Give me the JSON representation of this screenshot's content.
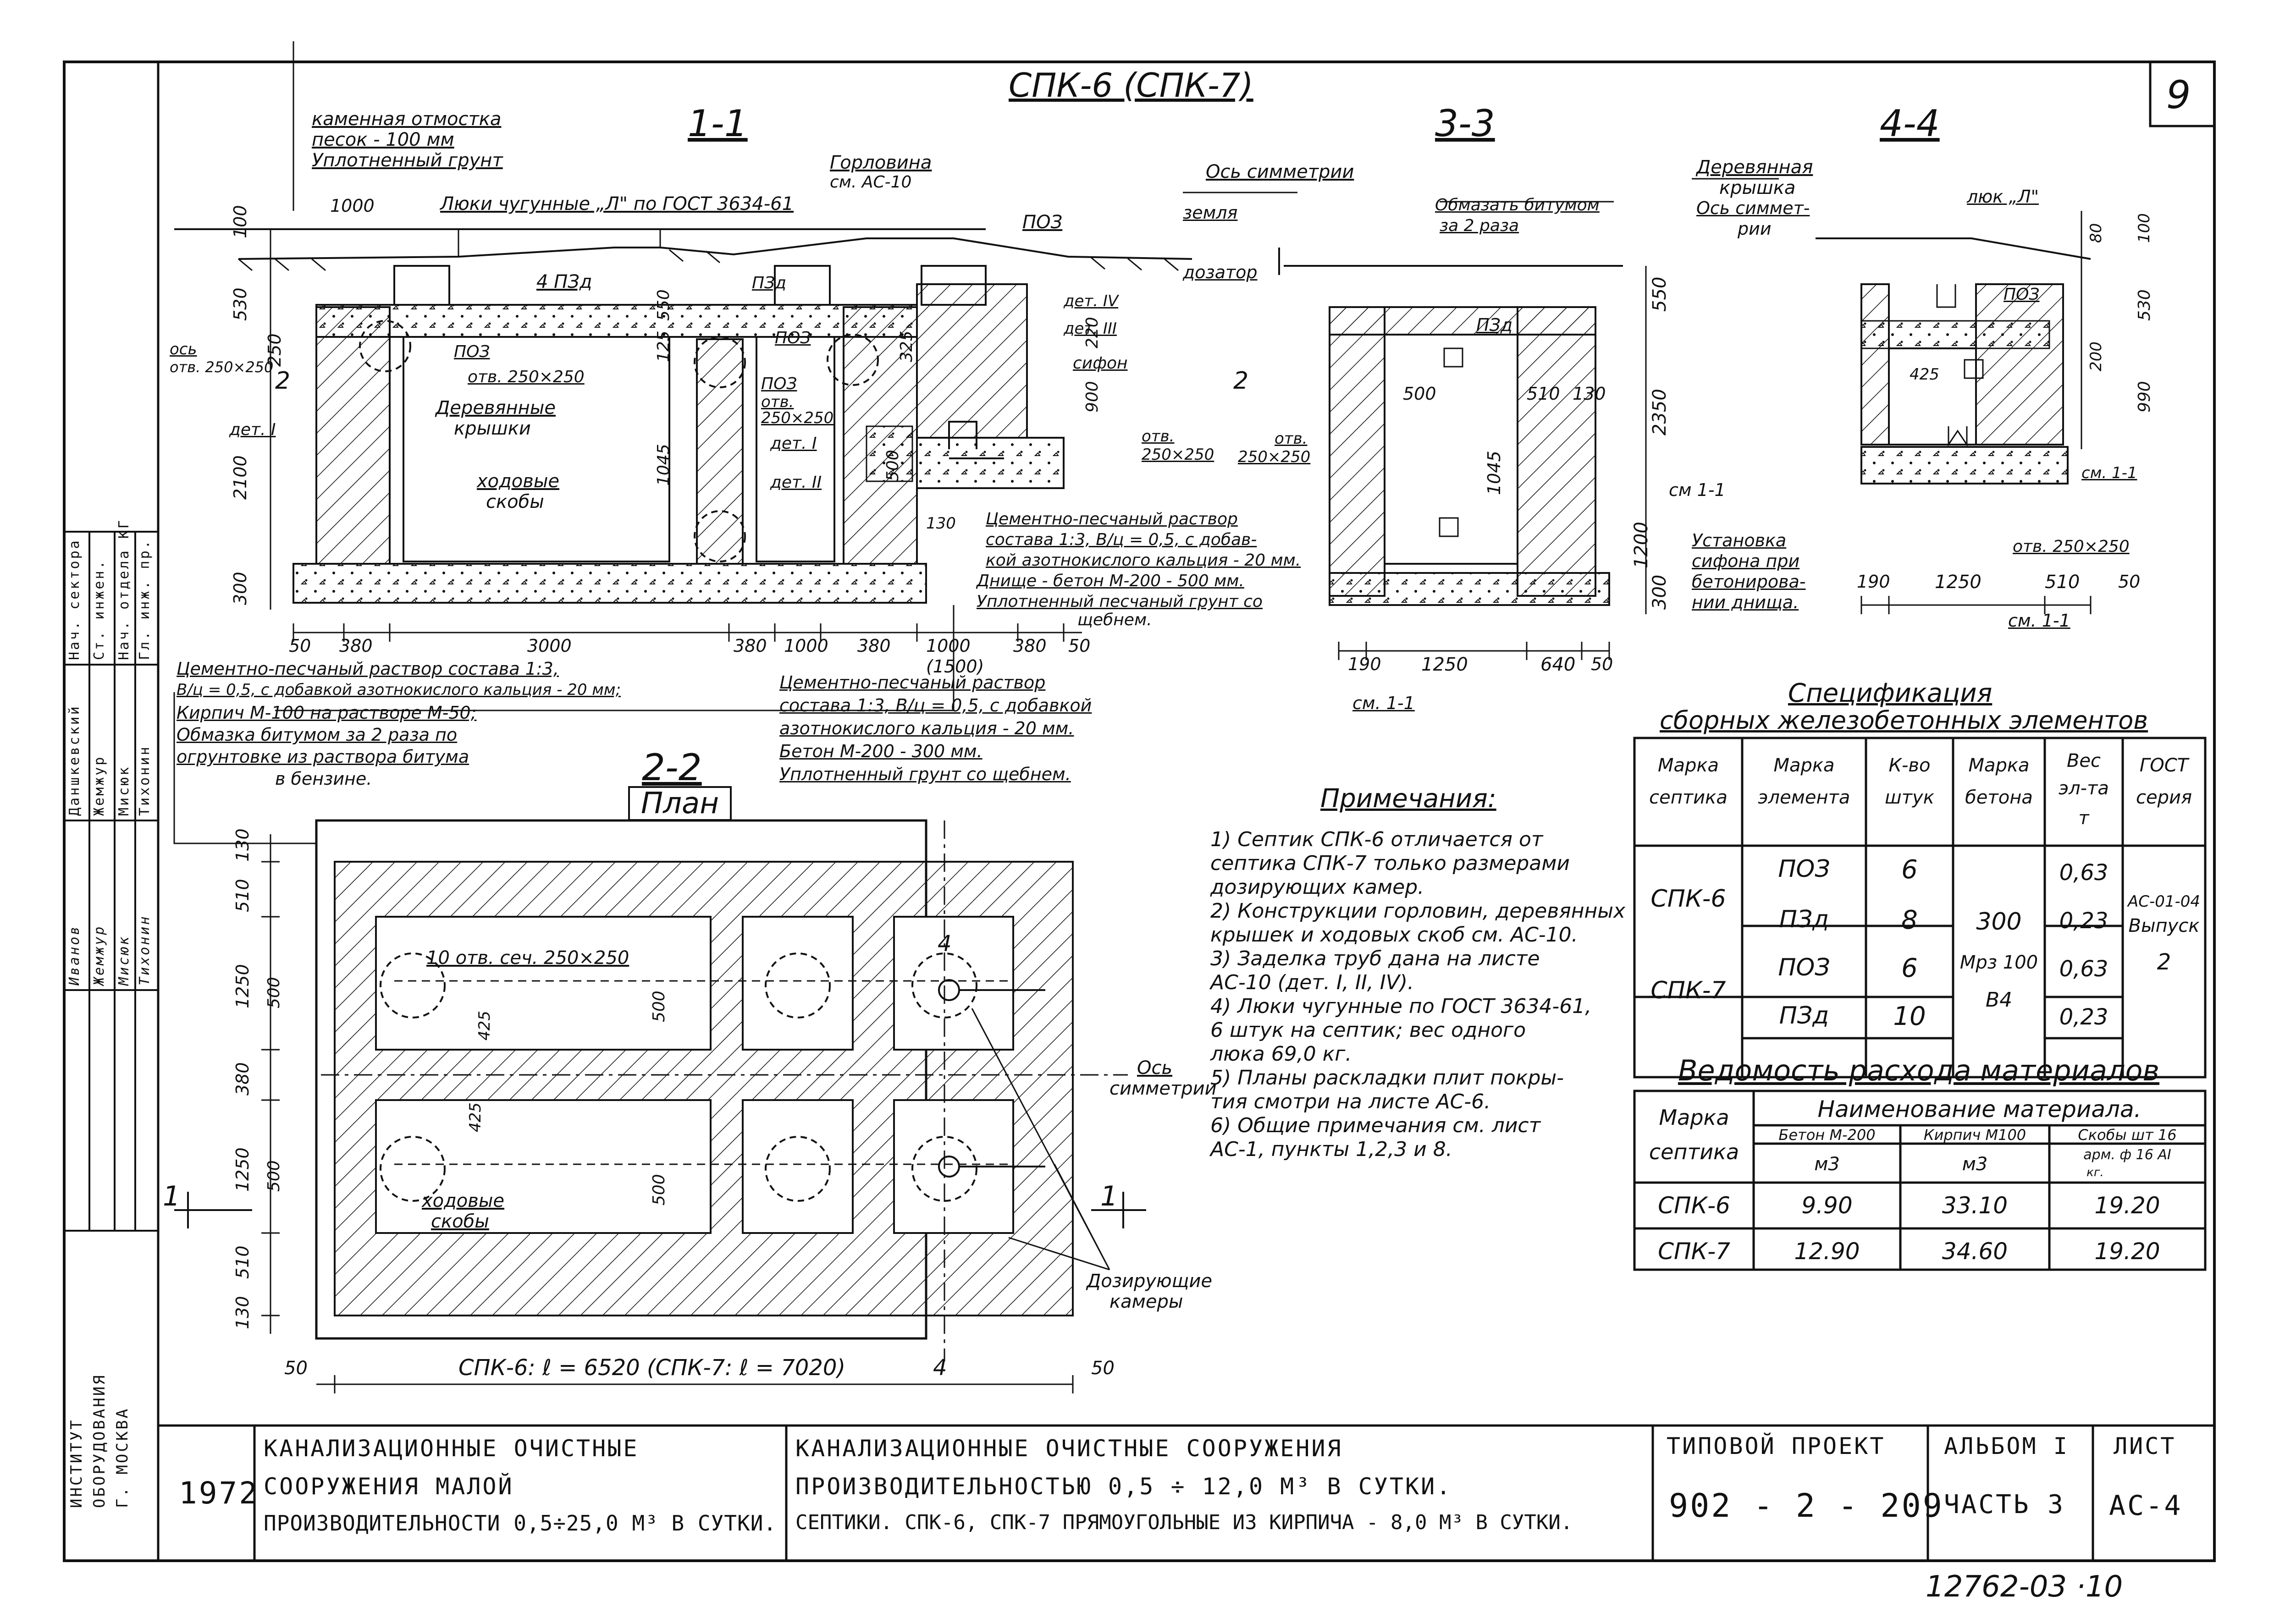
{
  "sheet_number": "9",
  "header_title": "СПК-6 (СПК-7)",
  "sections": {
    "s11": "1-1",
    "s33": "3-3",
    "s44": "4-4",
    "s22": "2-2",
    "plan": "План"
  },
  "top_notes": {
    "stone_paving": "каменная отмостка",
    "sand": "песок - 100 мм",
    "compacted_soil": "Уплотненный грунт",
    "hatches": "Люки чугунные „Л\" по ГОСТ 3634-61",
    "neck": "Горловина",
    "see_ac10": "см. АС-10",
    "earth": "земля",
    "dosing": "дозатор",
    "symmetry_axis": "Ось симметрии",
    "bitumen": "Обмазать битумом",
    "twice": "за 2 раза",
    "wooden_lid": "Деревянная",
    "lid": "крышка",
    "sym_axis2": "Ось симмет-",
    "sym_axis2b": "рии",
    "hatch_l": "люк „Л\""
  },
  "s11": {
    "dims_top": [
      "1000",
      "100",
      "530",
      "250",
      "2100",
      "300"
    ],
    "items": [
      "ПОЗ",
      "4 ПЗд",
      "ПОЗ",
      "ПЗд",
      "дет. IV",
      "дет. III",
      "сифон",
      "ПОЗ",
      "отв. 250×250",
      "Деревянные",
      "крышки",
      "ходовые",
      "скобы",
      "ПОЗ",
      "отв.",
      "250×250",
      "дет. I",
      "дет. II",
      "отв.",
      "250×250",
      "ось",
      "отв. 250×250",
      "дет. I"
    ],
    "vert_dims": [
      "550",
      "125",
      "1045",
      "325",
      "220",
      "900",
      "500",
      "130"
    ],
    "bottom_dims": [
      "50",
      "380",
      "3000",
      "380",
      "1000",
      "380",
      "1000",
      "(1500)",
      "380",
      "50"
    ],
    "legend_right": [
      "Цементно-песчаный раствор",
      "состава 1:3, В/ц = 0,5, с добав-",
      "кой азотнокислого кальция - 20 мм.",
      "Днище - бетон М-200 - 500 мм.",
      "Уплотненный песчаный грунт со",
      "щебнем."
    ],
    "legend_left": [
      "Цементно-песчаный раствор состава 1:3,",
      "В/ц = 0,5, с добавкой азотнокислого кальция - 20 мм;",
      "Кирпич М-100 на растворе М-50;",
      "Обмазка битумом за 2 раза по",
      "огрунтовке из раствора битума",
      "в бензине."
    ],
    "legend_mid": [
      "Цементно-песчаный раствор",
      "состава 1:3, В/ц = 0,5, с добавкой",
      "азотнокислого кальция - 20 мм.",
      "Бетон М-200 - 300 мм.",
      "Уплотненный грунт со щебнем."
    ]
  },
  "s33": {
    "labels": [
      "ПЗд",
      "500",
      "510",
      "130",
      "1045",
      "2350",
      "550",
      "1200",
      "300",
      "см 1-1",
      "отв.",
      "250×250",
      "см. 1-1"
    ],
    "bottom_dims": [
      "190",
      "1250",
      "640",
      "50"
    ],
    "mark_2": "2"
  },
  "s44": {
    "labels": [
      "80",
      "100",
      "530",
      "ПОЗ",
      "200",
      "425",
      "990",
      "см. 1-1",
      "Установка",
      "сифона при",
      "бетонирова-",
      "нии днища.",
      "отв. 250×250"
    ],
    "bottom_dims": [
      "190",
      "1250",
      "510",
      "50"
    ],
    "see": "см. 1-1"
  },
  "plan": {
    "vert_dims": [
      "130",
      "510",
      "1250",
      "380",
      "1250",
      "510",
      "130"
    ],
    "labels": [
      "10 отв. сеч. 250×250",
      "500",
      "425",
      "500",
      "500",
      "425",
      "500",
      "ходовые",
      "скобы",
      "Ось",
      "симметрии",
      "Дозирующие",
      "камеры",
      "4",
      "4",
      "1",
      "1"
    ],
    "length": "СПК-6: ℓ = 6520 (СПК-7: ℓ = 7020)",
    "dim50a": "50",
    "dim50b": "50"
  },
  "notes": {
    "title": "Примечания:",
    "lines": [
      "1) Септик СПК-6 отличается от",
      "   септика СПК-7 только размерами",
      "   дозирующих камер.",
      "2) Конструкции горловин, деревянных",
      "   крышек и ходовых скоб см. АС-10.",
      "3) Заделка труб дана на листе",
      "   АС-10 (дет. I, II, IV).",
      "4) Люки чугунные по ГОСТ 3634-61,",
      "   6 штук на септик; вес одного",
      "   люка 69,0 кг.",
      "5) Планы раскладки плит покры-",
      "   тия смотри на листе АС-6.",
      "6) Общие примечания см. лист",
      "   АС-1, пункты 1,2,3 и 8."
    ]
  },
  "spec": {
    "title": "Спецификация",
    "subtitle": "сборных железобетонных элементов",
    "headers": [
      [
        "Марка",
        "септика"
      ],
      [
        "Марка",
        "элемента"
      ],
      [
        "К-во",
        "штук"
      ],
      [
        "Марка",
        "бетона"
      ],
      [
        "Вес",
        "эл-та",
        "т"
      ],
      [
        "ГОСТ",
        "серия"
      ]
    ],
    "rows": [
      {
        "septic": "СПК-6",
        "element": "ПОЗ",
        "qty": "6",
        "weight": "0,63"
      },
      {
        "septic": "",
        "element": "ПЗд",
        "qty": "8",
        "weight": "0,23"
      },
      {
        "septic": "СПК-7",
        "element": "ПОЗ",
        "qty": "6",
        "weight": "0,63"
      },
      {
        "septic": "",
        "element": "ПЗд",
        "qty": "10",
        "weight": "0,23"
      }
    ],
    "concrete": [
      "300",
      "Мрз 100",
      "В4"
    ],
    "gost": [
      "АС-01-04",
      "Выпуск",
      "2"
    ]
  },
  "materials": {
    "title": "Ведомость расхода материалов",
    "h_septic": [
      "Марка",
      "септика"
    ],
    "h_name": "Наименование материала.",
    "cols": [
      "Бетон М-200",
      "Кирпич М100",
      "Скобы шт 16"
    ],
    "units": [
      "м3",
      "м3",
      "арм. ф 16 АI",
      "кг."
    ],
    "rows": [
      {
        "septic": "СПК-6",
        "concrete": "9.90",
        "brick": "33.10",
        "steel": "19.20"
      },
      {
        "septic": "СПК-7",
        "concrete": "12.90",
        "brick": "34.60",
        "steel": "19.20"
      }
    ]
  },
  "side_stamp": {
    "cols": [
      [
        "Нач. сектора",
        "Даншкевский",
        "Иванов"
      ],
      [
        "Ст. инжен.",
        "Жемжур",
        "Жемжур"
      ],
      [
        "Нач. отдела КГ",
        "Мисюк",
        "Мисюк"
      ],
      [
        "Гл. инж. пр.",
        "Тихонин",
        "Тихонин"
      ]
    ],
    "org": [
      "ИНСТИТУТ",
      "ОБОРУДОВАНИЯ",
      "Г. МОСКВА"
    ]
  },
  "title_block": {
    "year": "1972",
    "album_title": [
      "КАНАЛИЗАЦИОННЫЕ ОЧИСТНЫЕ",
      "СООРУЖЕНИЯ МАЛОЙ",
      "ПРОИЗВОДИТЕЛЬНОСТИ 0,5÷25,0 М³ В СУТКИ."
    ],
    "sheet_title": [
      "КАНАЛИЗАЦИОННЫЕ ОЧИСТНЫЕ СООРУЖЕНИЯ",
      "ПРОИЗВОДИТЕЛЬНОСТЬЮ 0,5 ÷ 12,0 М³ В СУТКИ.",
      "СЕПТИКИ. СПК-6, СПК-7 ПРЯМОУГОЛЬНЫЕ ИЗ КИРПИЧА - 8,0 М³ В СУТКИ."
    ],
    "typical_project": "ТИПОВОЙ ПРОЕКТ",
    "project_no": "902 - 2 - 209",
    "album": "АЛЬБОМ I",
    "part": "ЧАСТЬ 3",
    "sheet_label": "ЛИСТ",
    "sheet_code": "АС-4"
  },
  "archive_no": "12762-03 ·10"
}
